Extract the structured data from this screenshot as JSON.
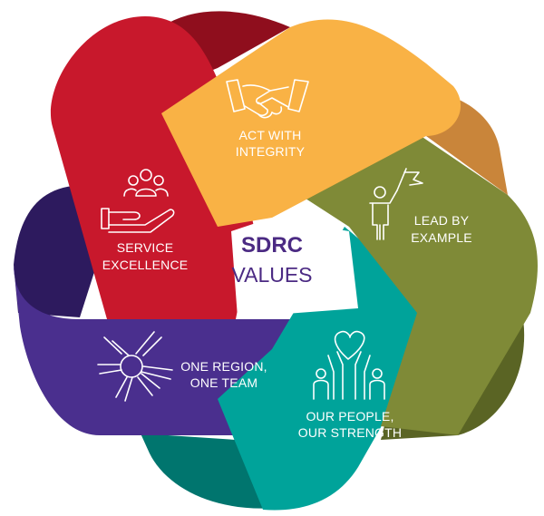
{
  "center": {
    "line1": "SDRC",
    "line2": "VALUES"
  },
  "values": [
    {
      "line1": "ACT WITH",
      "line2": "INTEGRITY",
      "icon": "handshake-icon",
      "color": "#f9b245"
    },
    {
      "line1": "LEAD BY",
      "line2": "EXAMPLE",
      "icon": "person-flag-icon",
      "color": "#7f8a37"
    },
    {
      "line1": "OUR PEOPLE,",
      "line2": "OUR STRENGTH",
      "icon": "people-heart-icon",
      "color": "#00a39a"
    },
    {
      "line1": "ONE REGION,",
      "line2": "ONE TEAM",
      "icon": "joined-hands-icon",
      "color": "#4a2f8e"
    },
    {
      "line1": "SERVICE",
      "line2": "EXCELLENCE",
      "icon": "hand-group-icon",
      "color": "#c8182c"
    }
  ],
  "colors": {
    "yellow": "#f9b245",
    "yellow_dark": "#c9853a",
    "olive": "#7f8a37",
    "olive_dark": "#5a6424",
    "teal": "#00a39a",
    "teal_dark": "#00756e",
    "purple": "#4a2f8e",
    "purple_dark": "#2d1a5e",
    "red": "#c8182c",
    "red_dark": "#8f0e1d",
    "center_text": "#4b2a83"
  }
}
